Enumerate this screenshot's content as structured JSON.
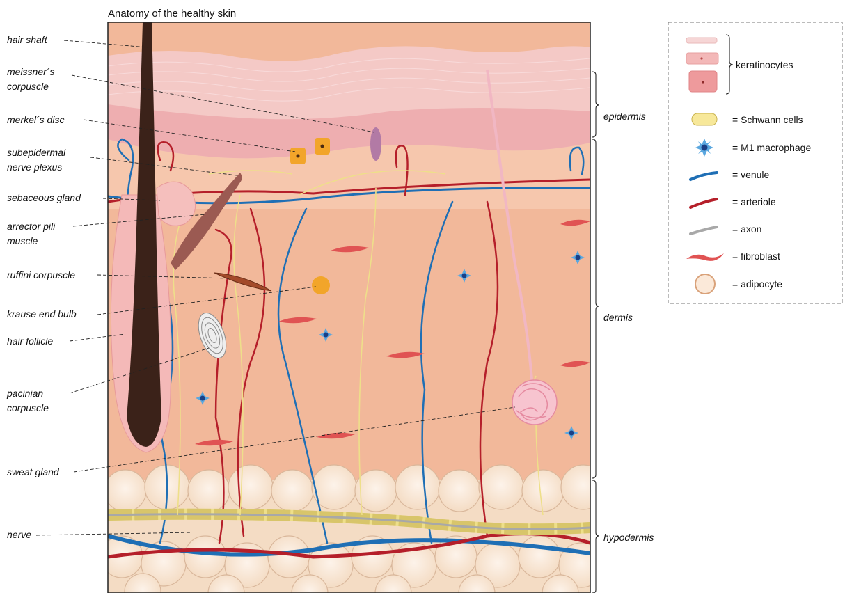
{
  "title": "Anatomy of the healthy skin",
  "labels": {
    "hair_shaft": "hair shaft",
    "meissner_1": "meissner´s",
    "meissner_2": "corpuscle",
    "merkel": "merkel´s disc",
    "subepidermal_1": "subepidermal",
    "subepidermal_2": "nerve plexus",
    "sebaceous": "sebaceous gland",
    "arrector_1": "arrector pili",
    "arrector_2": "muscle",
    "ruffini": "ruffini corpuscle",
    "krause": "krause end bulb",
    "hair_follicle": "hair follicle",
    "pacinian_1": "pacinian",
    "pacinian_2": "corpuscle",
    "sweat": "sweat gland",
    "nerve": "nerve"
  },
  "layers": {
    "epidermis": "epidermis",
    "dermis": "dermis",
    "hypodermis": "hypodermis"
  },
  "legend": {
    "keratinocytes": "keratinocytes",
    "schwann": "= Schwann cells",
    "macrophage": "= M1 macrophage",
    "venule": "= venule",
    "arteriole": "= arteriole",
    "axon": "= axon",
    "fibroblast": "= fibroblast",
    "adipocyte": "= adipocyte"
  },
  "colors": {
    "epidermis": "#f4c9c6",
    "dermis": "#f2b89a",
    "fat": "#fbe9d9",
    "venule": "#1f6fb5",
    "arteriole": "#b51f2a",
    "nerve": "#eedf8a",
    "hair": "#3b2219",
    "macrophage": "#5aa7df"
  }
}
